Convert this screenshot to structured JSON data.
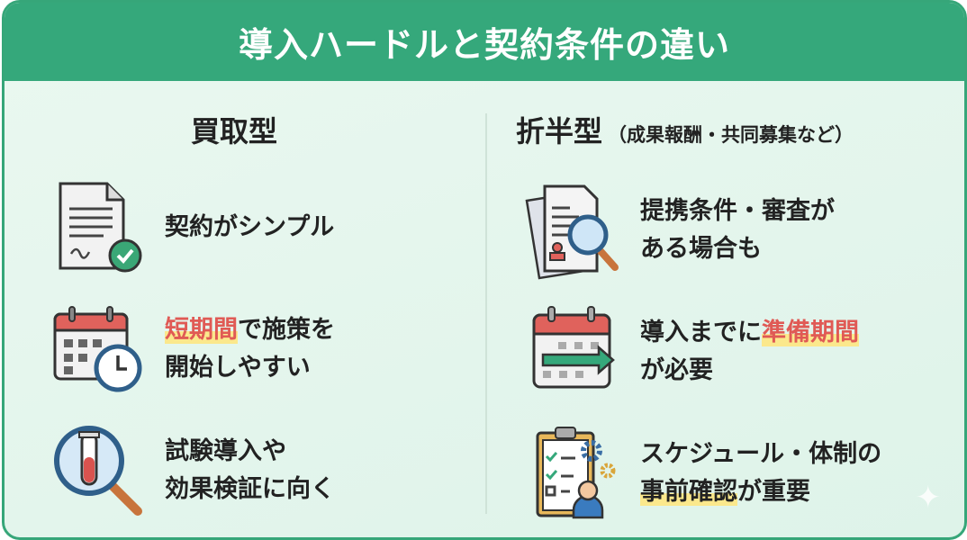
{
  "title": "導入ハードルと契約条件の違い",
  "left": {
    "heading": "買取型",
    "items": [
      {
        "icon": "contract-check-icon",
        "lines": [
          [
            {
              "t": "契約がシンプル"
            }
          ]
        ]
      },
      {
        "icon": "calendar-clock-icon",
        "lines": [
          [
            {
              "t": "短期間",
              "hl": "red"
            },
            {
              "t": "で施策を"
            }
          ],
          [
            {
              "t": "開始しやすい"
            }
          ]
        ]
      },
      {
        "icon": "test-tube-magnifier-icon",
        "lines": [
          [
            {
              "t": "試験導入や"
            }
          ],
          [
            {
              "t": "効果検証に向く"
            }
          ]
        ]
      }
    ]
  },
  "right": {
    "heading": "折半型",
    "subheading": "（成果報酬・共同募集など）",
    "items": [
      {
        "icon": "document-review-icon",
        "lines": [
          [
            {
              "t": "提携条件・審査が"
            }
          ],
          [
            {
              "t": "ある場合も"
            }
          ]
        ]
      },
      {
        "icon": "calendar-arrow-icon",
        "lines": [
          [
            {
              "t": "導入までに"
            },
            {
              "t": "準備期間",
              "hl": "red"
            }
          ],
          [
            {
              "t": "が必要"
            }
          ]
        ]
      },
      {
        "icon": "checklist-person-icon",
        "lines": [
          [
            {
              "t": "スケジュール・体制の"
            }
          ],
          [
            {
              "t": "事前確認",
              "hl": "yel"
            },
            {
              "t": "が重要"
            }
          ]
        ]
      }
    ]
  },
  "colors": {
    "brand": "#35a87b",
    "highlight_text": "#e05a55",
    "highlight_marker": "#fbe88c"
  }
}
